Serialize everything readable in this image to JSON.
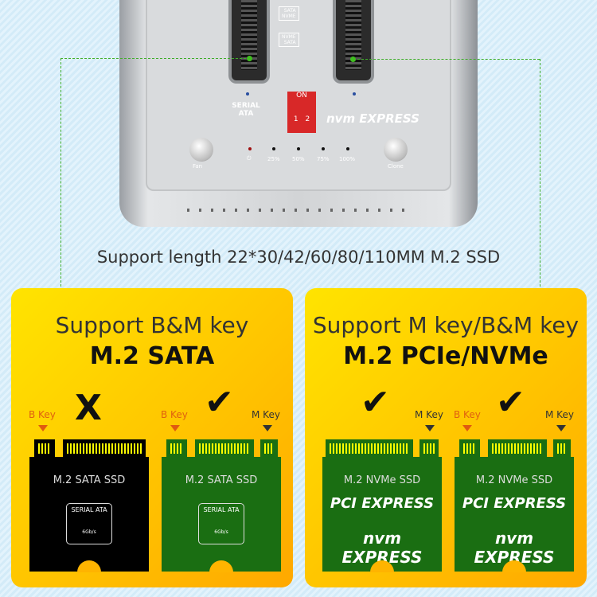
{
  "device": {
    "switch_legend": [
      {
        "from": "SATA",
        "to": "NVME"
      },
      {
        "from": "NVME",
        "to": "SATA"
      }
    ],
    "dip_switch": {
      "label": "ON",
      "positions": [
        "1",
        "2"
      ]
    },
    "left_logo": "SERIAL ATA",
    "right_logo": "nvm EXPRESS",
    "fan_button": "Fan",
    "clone_button": "Clone",
    "indicators": [
      "25%",
      "50%",
      "75%",
      "100%"
    ],
    "colors": {
      "dip": "#d82828",
      "guide": "#3fae2a"
    }
  },
  "support_text": "Support length 22*30/42/60/80/110MM M.2 SSD",
  "panels": [
    {
      "heading": "Support B&M key",
      "subheading": "M.2 SATA",
      "cards": [
        {
          "label": "M.2 SATA SSD",
          "keys": [
            "B Key"
          ],
          "status": "X",
          "logo": "SERIAL ATA",
          "logo_sub": "6Gb/s",
          "color": "#000000"
        },
        {
          "label": "M.2 SATA SSD",
          "keys": [
            "B Key",
            "M Key"
          ],
          "status": "check",
          "logo": "SERIAL ATA",
          "logo_sub": "6Gb/s",
          "color": "#1a6e12"
        }
      ]
    },
    {
      "heading": "Support M key/B&M key",
      "subheading": "M.2 PCIe/NVMe",
      "cards": [
        {
          "label": "M.2 NVMe SSD",
          "keys": [
            "M Key"
          ],
          "status": "check",
          "logo": "PCI EXPRESS",
          "logo2": "nvm EXPRESS",
          "color": "#1a6e12"
        },
        {
          "label": "M.2 NVMe SSD",
          "keys": [
            "B Key",
            "M Key"
          ],
          "status": "check",
          "logo": "PCI EXPRESS",
          "logo2": "nvm EXPRESS",
          "color": "#1a6e12"
        }
      ]
    }
  ]
}
